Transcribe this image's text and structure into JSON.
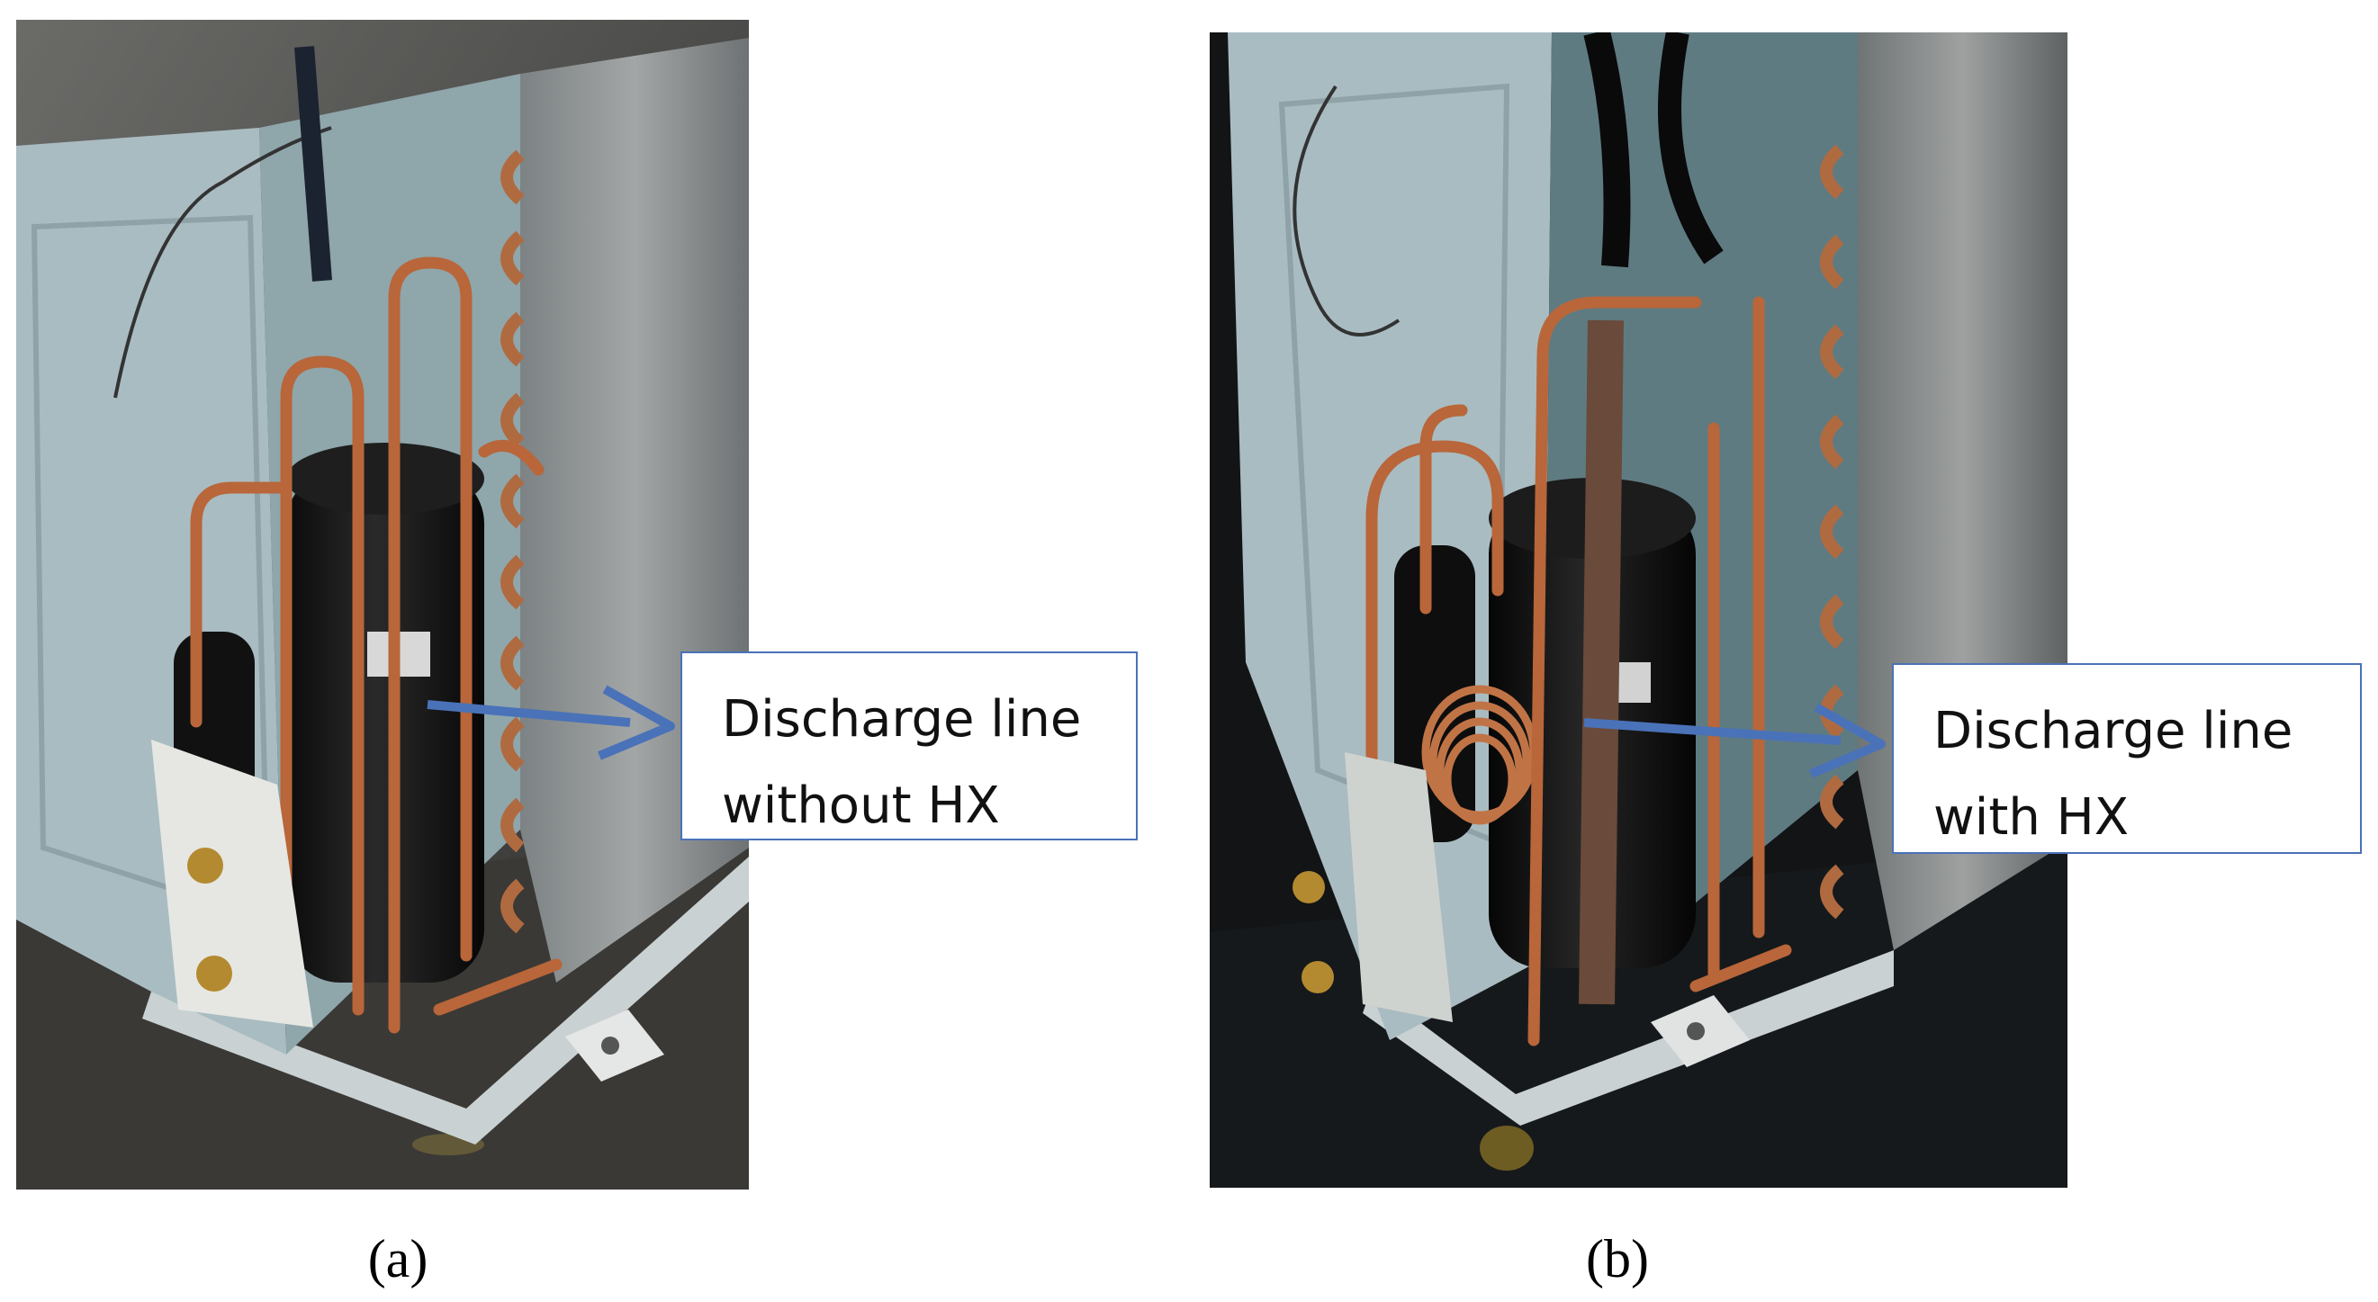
{
  "figure": {
    "panels": [
      {
        "id": "a",
        "caption": "(a)",
        "callout_lines": [
          "Discharge line",
          "without HX"
        ],
        "photo_subject": "outdoor air-conditioner unit interior, compressor with copper discharge line, no heat exchanger"
      },
      {
        "id": "b",
        "caption": "(b)",
        "callout_lines": [
          "Discharge line",
          "with HX"
        ],
        "photo_subject": "outdoor air-conditioner unit interior, compressor with coiled copper heat exchanger on discharge line"
      }
    ],
    "colors": {
      "arrow": "#4a72b8",
      "callout_border": "#4a72b8",
      "copper": "#b8663a",
      "compressor": "#141414",
      "casing": "#9fb3b8",
      "coil_fins": "#8f9496"
    }
  }
}
